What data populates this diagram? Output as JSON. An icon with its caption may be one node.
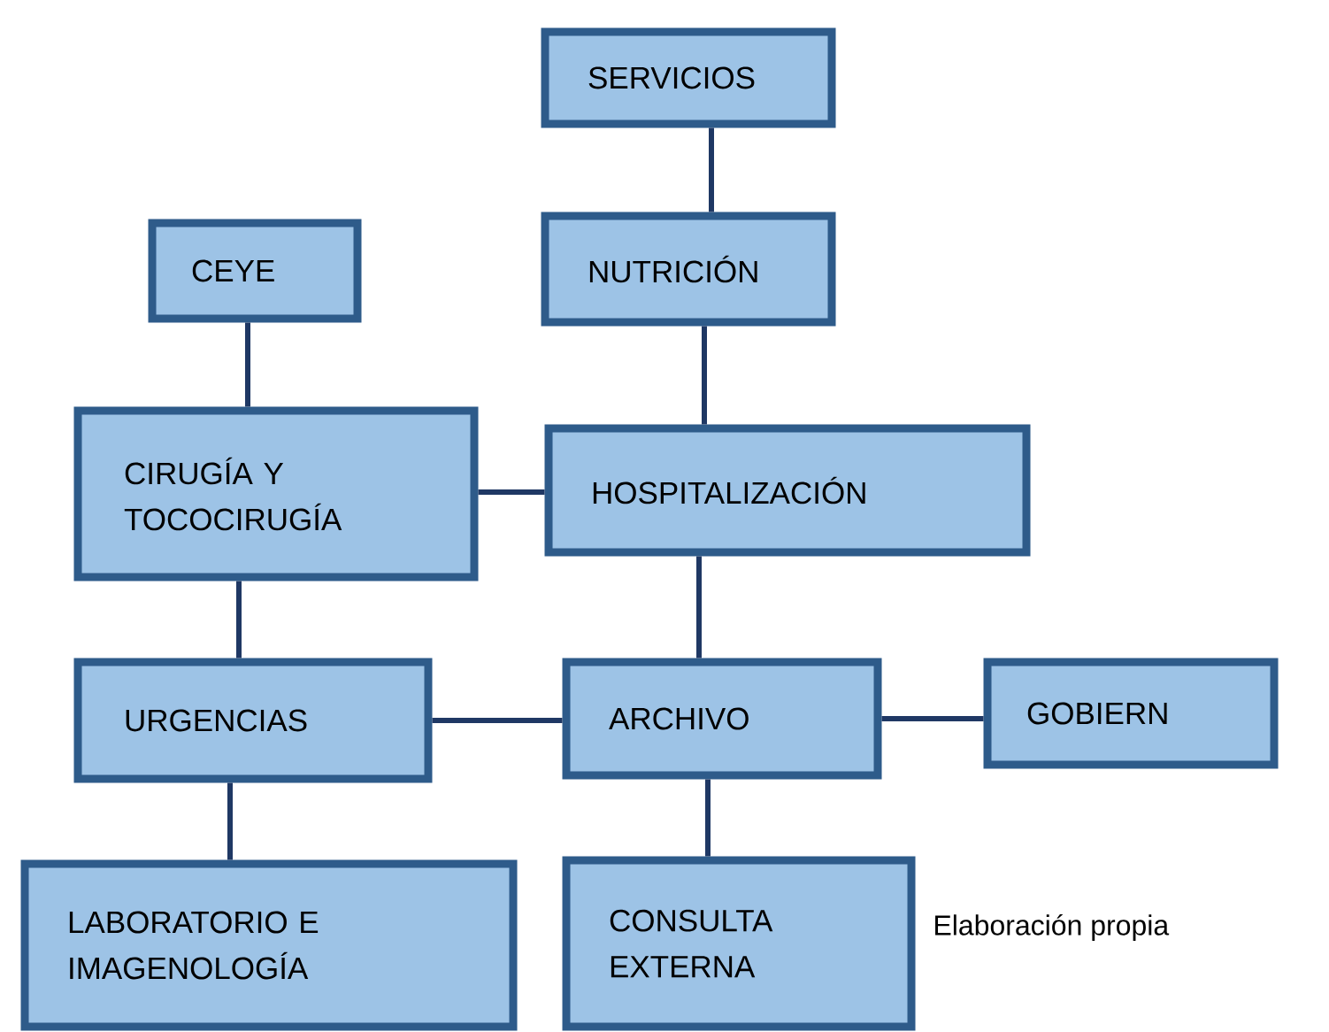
{
  "diagram": {
    "nodes": [
      {
        "text": [
          "SERVICIOS"
        ]
      },
      {
        "text": [
          "NUTRICIÓN"
        ]
      },
      {
        "text": [
          "CEYE"
        ]
      },
      {
        "text": [
          "CIRUGÍA Y TOCOCIRUGÍA"
        ]
      },
      {
        "text": [
          "HOSPITALIZACIÓN"
        ]
      },
      {
        "text": [
          "URGENCIAS"
        ]
      },
      {
        "text": [
          "ARCHIVO"
        ]
      },
      {
        "text": [
          "GOBIERN"
        ]
      },
      {
        "text": [
          "LABORATORIO E IMAGENOLOGÍA"
        ]
      },
      {
        "text": [
          "CONSULTA EXTERNA"
        ]
      }
    ],
    "edges": [
      {
        "from": 0,
        "to": 1,
        "arrow": "none"
      },
      {
        "from": 2,
        "to": 3,
        "arrow": "none"
      },
      {
        "from": 1,
        "to": 4,
        "arrow": "none"
      },
      {
        "from": 3,
        "to": 4,
        "arrow": "none"
      },
      {
        "from": 3,
        "to": 5,
        "arrow": "none"
      },
      {
        "from": 4,
        "to": 6,
        "arrow": "none"
      },
      {
        "from": 5,
        "to": 6,
        "arrow": "none"
      },
      {
        "from": 6,
        "to": 7,
        "arrow": "none"
      },
      {
        "from": 5,
        "to": 8,
        "arrow": "none"
      },
      {
        "from": 6,
        "to": 9,
        "arrow": "none"
      }
    ],
    "labels": [
      "Elaboración propia"
    ]
  }
}
